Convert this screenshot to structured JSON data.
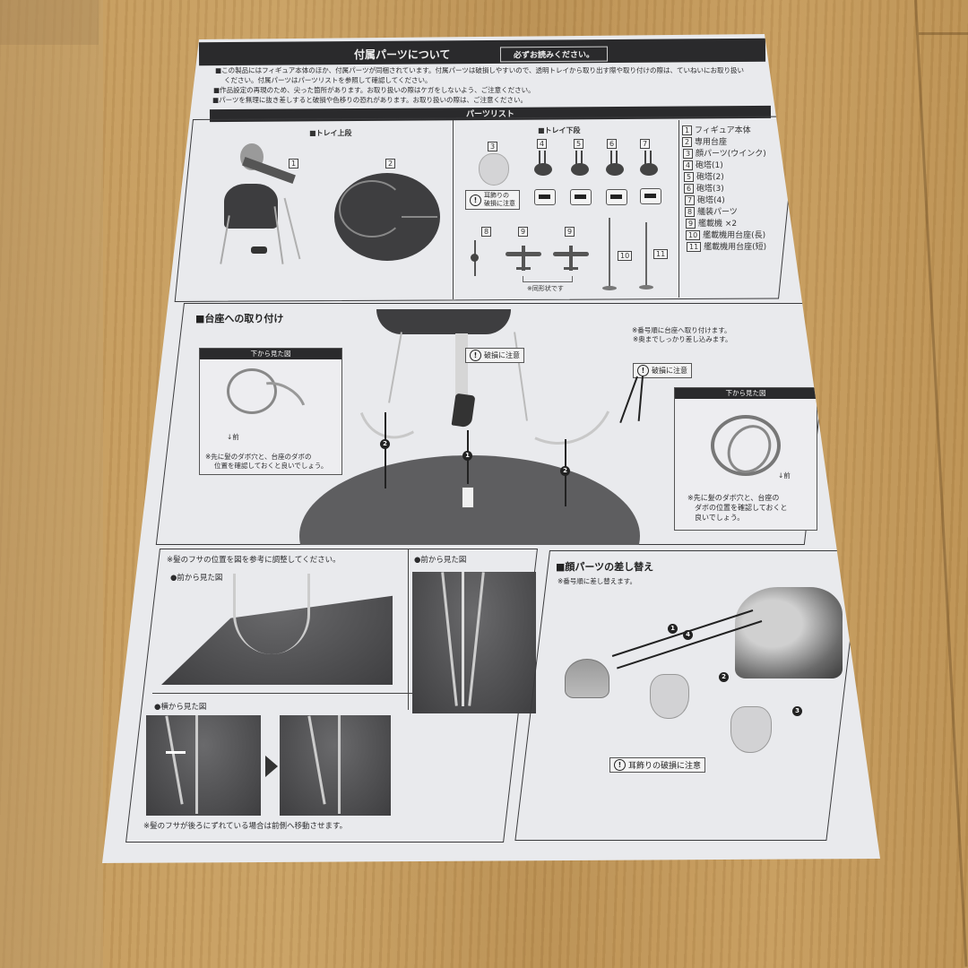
{
  "header": {
    "title": "付属パーツについて",
    "must_read": "必ずお読みください。"
  },
  "notices": [
    "■この製品にはフィギュア本体のほか、付属パーツが同梱されています。付属パーツは破損しやすいので、透明トレイから取り出す際や取り付けの際は、ていねいにお取り扱い",
    "ください。付属パーツはパーツリストを参照して確認してください。",
    "■作品設定の再現のため、尖った箇所があります。お取り扱いの際はケガをしないよう、ご注意ください。",
    "■パーツを無理に抜き差しすると破損や色移りの恐れがあります。お取り扱いの際は、ご注意ください。"
  ],
  "parts_list": {
    "title": "パーツリスト",
    "tray_upper": {
      "label": "■トレイ上段",
      "items": [
        {
          "num": "1",
          "icon": "figure-body-image"
        },
        {
          "num": "2",
          "icon": "base-image"
        }
      ]
    },
    "tray_lower": {
      "label": "■トレイ下段",
      "face_num": "3",
      "face_caution_line1": "耳飾りの",
      "face_caution_line2": "破損に注意",
      "turrets": [
        "4",
        "5",
        "6",
        "7"
      ],
      "equipment_num": "8",
      "aircraft": [
        "9",
        "9"
      ],
      "same_shape_note": "※同形状です",
      "stand_long_num": "10",
      "stand_short_num": "11"
    },
    "legend": [
      {
        "num": "1",
        "label": "フィギュア本体"
      },
      {
        "num": "2",
        "label": "専用台座"
      },
      {
        "num": "3",
        "label": "顔パーツ(ウインク)"
      },
      {
        "num": "4",
        "label": "砲塔(1)"
      },
      {
        "num": "5",
        "label": "砲塔(2)"
      },
      {
        "num": "6",
        "label": "砲塔(3)"
      },
      {
        "num": "7",
        "label": "砲塔(4)"
      },
      {
        "num": "8",
        "label": "艤装パーツ"
      },
      {
        "num": "9",
        "label": "艦載機 ×2"
      },
      {
        "num": "10",
        "label": "艦載機用台座(長)"
      },
      {
        "num": "11",
        "label": "艦載機用台座(短)"
      }
    ]
  },
  "base_attach": {
    "title": "■台座への取り付け",
    "notes": [
      "※番号順に台座へ取り付けます。",
      "※奥までしっかり差し込みます。"
    ],
    "caution": "破損に注意",
    "caution_right": "破損に注意",
    "step_labels": [
      "2",
      "1",
      "2"
    ],
    "left_inset": {
      "title": "下から見た図",
      "front": "↓前",
      "note_line1": "※先に髪のダボ穴と、台座のダボの",
      "note_line2": "位置を確認しておくと良いでしょう。"
    },
    "right_inset": {
      "title": "下から見た図",
      "front": "↓前",
      "note_line1": "※先に髪のダボ穴と、台座の",
      "note_line2": "ダボの位置を確認しておくと",
      "note_line3": "良いでしょう。"
    }
  },
  "hair_adjust": {
    "note": "※髪のフサの位置を図を参考に調整してください。",
    "front_view_label": "●前から見た図",
    "front_view_label_2": "●前から見た図",
    "side_view_label": "●横から見た図",
    "side_note": "※髪のフサが後ろにずれている場合は前側へ移動させます。"
  },
  "face_swap": {
    "title": "■顔パーツの差し替え",
    "note": "※番号順に差し替えます。",
    "steps": [
      "1",
      "4",
      "2",
      "3"
    ],
    "caution": "耳飾りの破損に注意"
  }
}
